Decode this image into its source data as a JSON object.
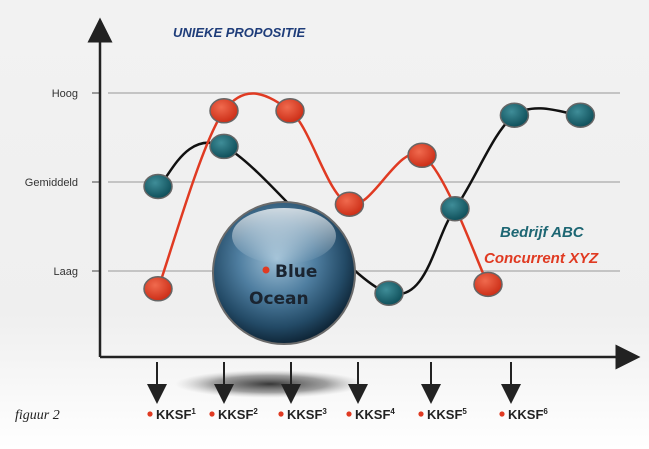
{
  "chart_data": {
    "type": "line",
    "title": "UNIEKE PROPOSITIE",
    "y_levels": [
      "Laag",
      "Gemiddeld",
      "Hoog"
    ],
    "categories": [
      "KKSF1",
      "KKSF2",
      "KKSF3",
      "KKSF4",
      "KKSF5",
      "KKSF6"
    ],
    "x_ticks": [
      {
        "base": "KKSF",
        "sup": "1"
      },
      {
        "base": "KKSF",
        "sup": "2"
      },
      {
        "base": "KKSF",
        "sup": "3"
      },
      {
        "base": "KKSF",
        "sup": "4"
      },
      {
        "base": "KKSF",
        "sup": "5"
      },
      {
        "base": "KKSF",
        "sup": "6"
      }
    ],
    "series": [
      {
        "name": "Bedrijf ABC",
        "color": "#1d6673",
        "line_color": "#111111",
        "points": [
          {
            "x": 0.0,
            "y": 1.95
          },
          {
            "x": 1.0,
            "y": 2.4
          },
          {
            "x": 3.5,
            "y": 0.75
          },
          {
            "x": 4.5,
            "y": 1.7
          },
          {
            "x": 5.4,
            "y": 2.75
          },
          {
            "x": 6.4,
            "y": 2.75
          }
        ]
      },
      {
        "name": "Concurrent XYZ",
        "color": "#e03a22",
        "line_color": "#e03a22",
        "points": [
          {
            "x": 0.0,
            "y": 0.8
          },
          {
            "x": 1.0,
            "y": 2.8
          },
          {
            "x": 2.0,
            "y": 2.8
          },
          {
            "x": 2.9,
            "y": 1.75
          },
          {
            "x": 4.0,
            "y": 2.3
          },
          {
            "x": 5.0,
            "y": 0.85
          }
        ]
      }
    ],
    "xlim": [
      0,
      7
    ],
    "ylim": [
      0,
      3
    ],
    "grid": true,
    "legend_position": "right"
  },
  "overlay": {
    "ball_line1": "Blue",
    "ball_line2": "Ocean"
  },
  "caption": "figuur 2"
}
